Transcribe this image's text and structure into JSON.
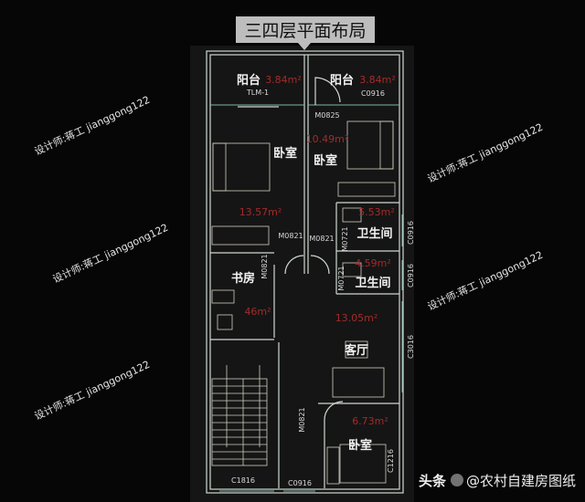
{
  "title": "三四层平面布局",
  "rooms": {
    "balcony_left": {
      "label": "阳台",
      "area": "3.84m²",
      "door": "TLM-1"
    },
    "balcony_right": {
      "label": "阳台",
      "area": "3.84m²",
      "window": "C0916"
    },
    "bedroom_left": {
      "label": "卧室",
      "area": "13.57m²"
    },
    "bedroom_right": {
      "label": "卧室",
      "area": "10.49m²",
      "door": "M0825"
    },
    "bathroom_1": {
      "label": "卫生间",
      "area": "5.53m²",
      "door": "M0721"
    },
    "bathroom_2": {
      "label": "卫生间",
      "area": "4.59m²",
      "door": "M0721"
    },
    "study": {
      "label": "书房",
      "area": "46m²",
      "door": "M0821"
    },
    "living": {
      "label": "客厅",
      "area": "13.05m²"
    },
    "bedroom_small": {
      "label": "卧室",
      "area": "6.73m²",
      "window": "C1216",
      "door": "M0821"
    }
  },
  "codes": {
    "door_left": "M0821",
    "door_mid": "M0821",
    "window_right_1": "C0916",
    "window_right_2": "C0916",
    "window_right_3": "C3016",
    "window_stair": "C1816",
    "window_bottom": "C0916"
  },
  "watermark": "设计师:蒋工 jianggong122",
  "credit": {
    "platform": "头条",
    "account": "@农村自建房图纸"
  }
}
